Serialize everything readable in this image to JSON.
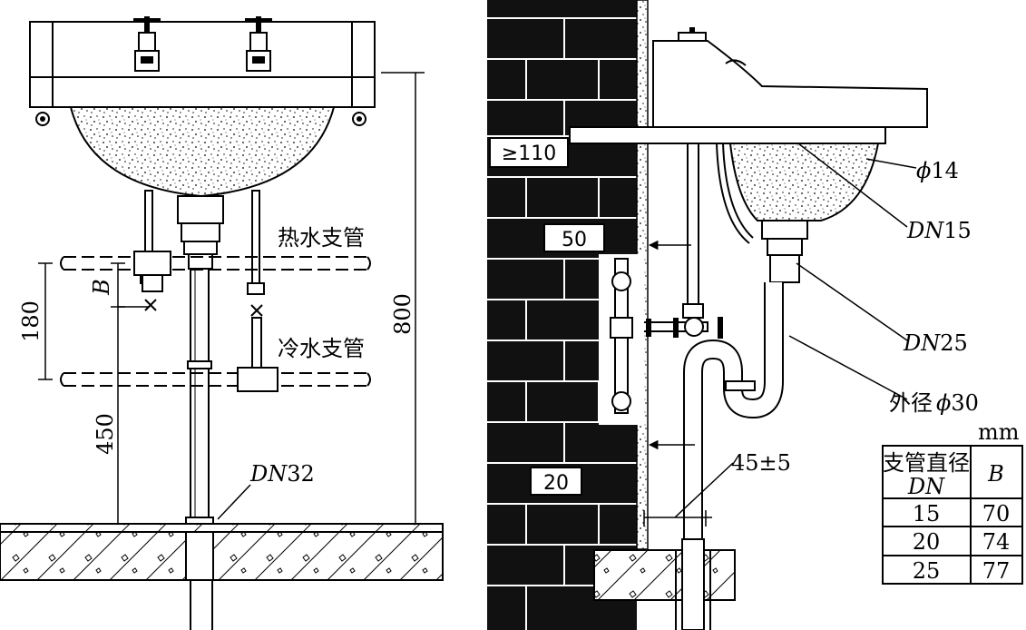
{
  "left_view": {
    "hot_branch_label": "热水支管",
    "cold_branch_label": "冷水支管",
    "dim_180": "180",
    "dim_450": "450",
    "dim_800": "800",
    "dim_b": "B",
    "drain_size_prefix": "DN",
    "drain_size_value": "32"
  },
  "right_view": {
    "wall_min": "≥110",
    "wall_50": "50",
    "wall_20": "20",
    "overflow_label_phi": "ϕ",
    "overflow_label_value": "14",
    "supply_label_prefix": "DN",
    "supply_label_value": "15",
    "drain_label_prefix": "DN",
    "drain_label_value": "25",
    "outer_dia_label": "外径",
    "outer_dia_phi": "ϕ",
    "outer_dia_value": "30",
    "angle_label": "45±5"
  },
  "table": {
    "unit": "mm",
    "header_col1_line1": "支管直径",
    "header_col1_line2": "DN",
    "header_col2": "B",
    "rows": [
      {
        "dn": "15",
        "b": "70"
      },
      {
        "dn": "20",
        "b": "74"
      },
      {
        "dn": "25",
        "b": "77"
      }
    ]
  }
}
